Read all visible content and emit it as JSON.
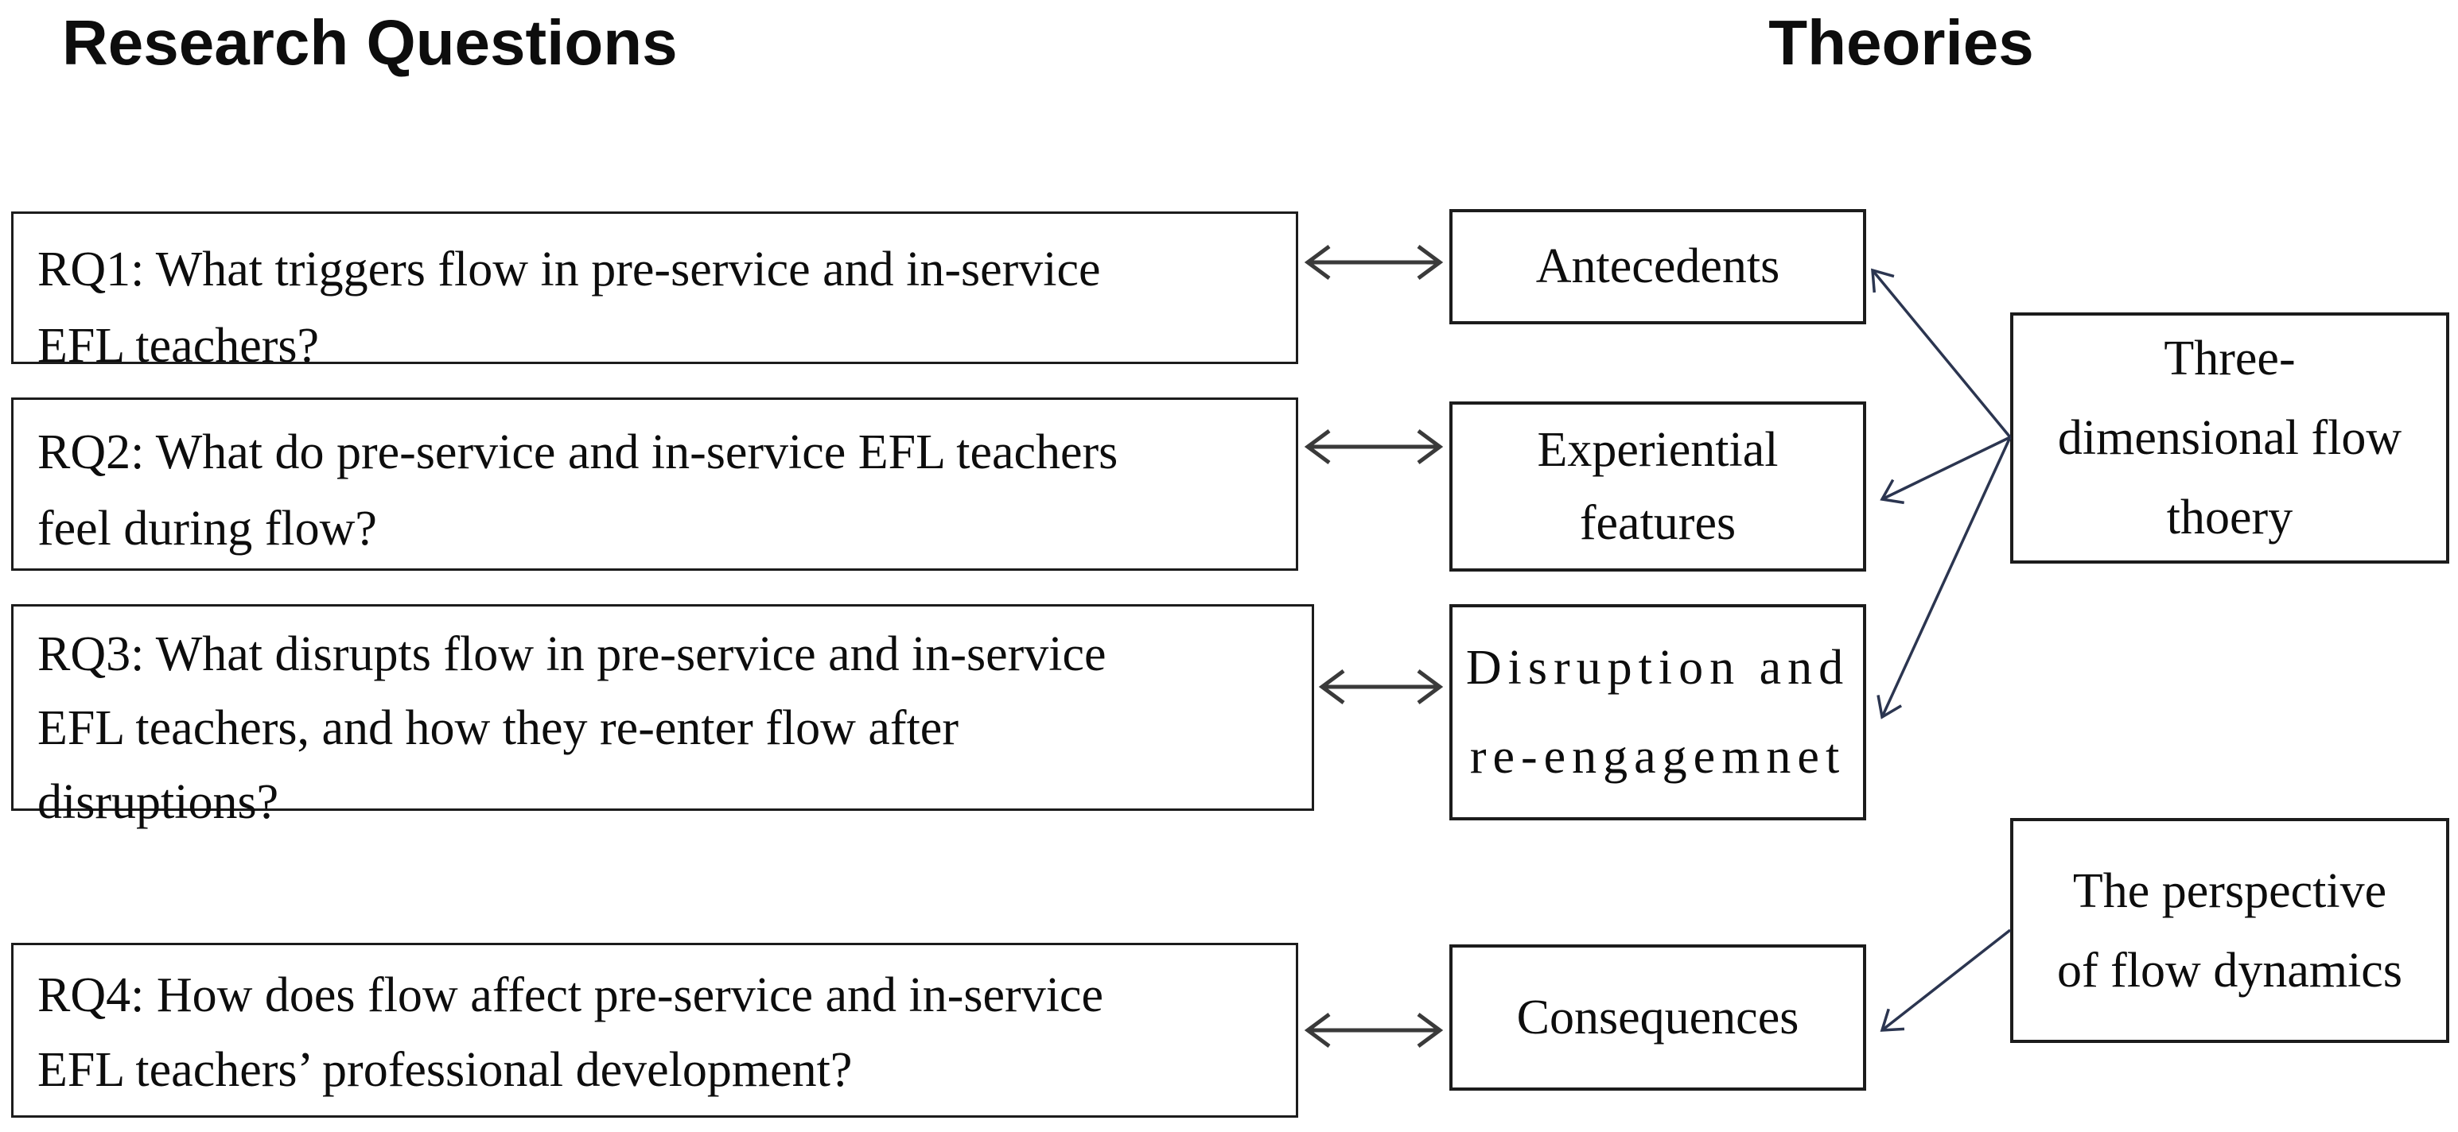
{
  "titles": {
    "left": "Research Questions",
    "right": "Theories"
  },
  "research_questions": [
    {
      "id": "rq1",
      "text": "RQ1: What triggers flow in pre-service and in-service\nEFL teachers?"
    },
    {
      "id": "rq2",
      "text": "RQ2: What do pre-service and in-service EFL teachers\nfeel during flow?"
    },
    {
      "id": "rq3",
      "text": "RQ3: What disrupts flow in pre-service and in-service\nEFL teachers, and how they re-enter flow after\ndisruptions?"
    },
    {
      "id": "rq4",
      "text": "RQ4: How does flow affect pre-service and in-service\nEFL teachers’ professional development?"
    }
  ],
  "theory_components": [
    {
      "id": "antecedents",
      "label": "Antecedents"
    },
    {
      "id": "experiential",
      "label": "Experiential\nfeatures"
    },
    {
      "id": "disruption",
      "label": "Disruption and\nre-engagemnet"
    },
    {
      "id": "consequences",
      "label": "Consequences"
    }
  ],
  "theories": [
    {
      "id": "three_dimensional",
      "label": "Three-\ndimensional flow\nthoery"
    },
    {
      "id": "flow_dynamics",
      "label": "The perspective\nof flow dynamics"
    }
  ],
  "connections": {
    "bidirectional": [
      {
        "from": "rq1",
        "to": "antecedents"
      },
      {
        "from": "rq2",
        "to": "experiential"
      },
      {
        "from": "rq3",
        "to": "disruption"
      },
      {
        "from": "rq4",
        "to": "consequences"
      }
    ],
    "directed": [
      {
        "from": "three_dimensional",
        "to": "antecedents"
      },
      {
        "from": "three_dimensional",
        "to": "experiential"
      },
      {
        "from": "three_dimensional",
        "to": "disruption"
      },
      {
        "from": "flow_dynamics",
        "to": "consequences"
      }
    ]
  },
  "colors": {
    "background": "#ffffff",
    "text": "#0d0d0d",
    "box_border": "#1c1c1c",
    "double_arrow": "#3a3a3a",
    "diagonal_arrow": "#2b3550"
  }
}
